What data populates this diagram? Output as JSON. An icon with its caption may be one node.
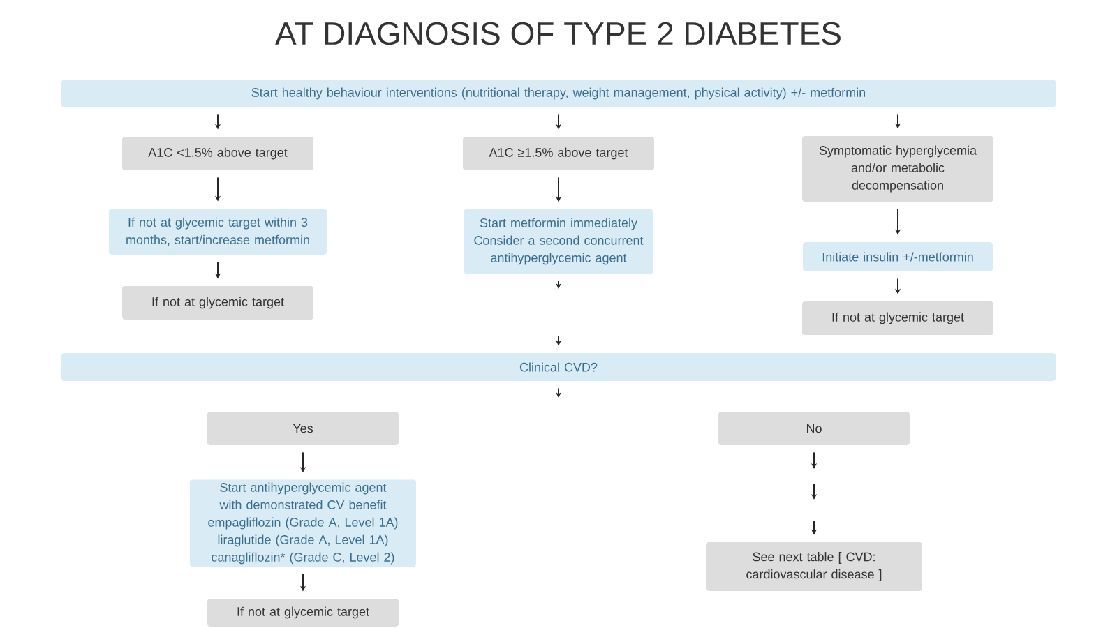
{
  "diagram": {
    "title": "AT DIAGNOSIS OF TYPE 2 DIABETES",
    "nodes": [
      {
        "text": [
          "Start healthy behaviour interventions (nutritional therapy, weight management, physical activity) +/- metformin"
        ]
      },
      {
        "text": [
          "A1C <1.5% above target"
        ]
      },
      {
        "text": [
          "A1C ≥1.5% above target"
        ]
      },
      {
        "text": [
          "Symptomatic hyperglycemia and/or metabolic decompensation"
        ]
      },
      {
        "text": [
          "If not at glycemic target within 3 months, start/increase metformin"
        ]
      },
      {
        "text": [
          "Start metformin immediately Consider a second concurrent antihyperglycemic agent"
        ]
      },
      {
        "text": [
          "Initiate insulin +/-metformin"
        ]
      },
      {
        "text": [
          "If not at glycemic target"
        ]
      },
      {
        "text": [
          "If not at glycemic target"
        ]
      },
      {
        "text": [
          "Clinical CVD?"
        ]
      },
      {
        "text": [
          "Yes"
        ]
      },
      {
        "text": [
          "No"
        ]
      },
      {
        "text": [
          "Start antihyperglycemic agent with demonstrated CV benefit empagliflozin (Grade A, Level 1A) liraglutide (Grade A, Level 1A) canagliflozin* (Grade C, Level 2)"
        ]
      },
      {
        "text": [
          "See next table [ CVD: cardiovascular disease ]"
        ]
      },
      {
        "text": [
          "If not at glycemic target"
        ]
      }
    ],
    "edges": [
      {
        "from": 0,
        "to": 1,
        "arrow": "to"
      },
      {
        "from": 0,
        "to": 2,
        "arrow": "to"
      },
      {
        "from": 0,
        "to": 3,
        "arrow": "to"
      },
      {
        "from": 1,
        "to": 4,
        "arrow": "to"
      },
      {
        "from": 2,
        "to": 5,
        "arrow": "to"
      },
      {
        "from": 3,
        "to": 6,
        "arrow": "to"
      },
      {
        "from": 4,
        "to": 7,
        "arrow": "to"
      },
      {
        "from": 6,
        "to": 8,
        "arrow": "to"
      },
      {
        "from": 5,
        "to": null,
        "arrow": "to"
      },
      {
        "from": null,
        "to": 9,
        "arrow": "to"
      },
      {
        "from": 9,
        "to": null,
        "arrow": "to"
      },
      {
        "from": 10,
        "to": 12,
        "arrow": "to"
      },
      {
        "from": 12,
        "to": 14,
        "arrow": "to"
      },
      {
        "from": 11,
        "to": null,
        "arrow": "to"
      },
      {
        "from": null,
        "to": 13,
        "arrow": "to"
      }
    ]
  }
}
